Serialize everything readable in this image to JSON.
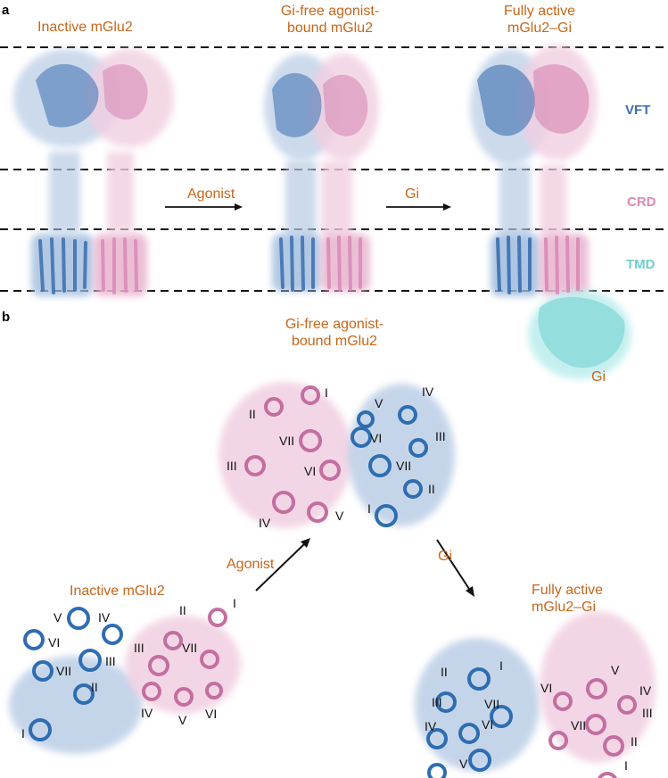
{
  "panel_a": {
    "letter": "a",
    "state_titles": {
      "inactive": "Inactive mGlu2",
      "gi_free_line1": "Gi-free agonist-",
      "gi_free_line2": "bound mGlu2",
      "active_line1": "Fully active",
      "active_line2": "mGlu2–Gi"
    },
    "arrow_labels": {
      "agonist": "Agonist",
      "gi": "Gi"
    },
    "domain_labels": {
      "vft": "VFT",
      "crd": "CRD",
      "tmd": "TMD",
      "gi": "Gi"
    },
    "colors": {
      "orange": "#c8661a",
      "blue": "#3a6fb0",
      "pink": "#d98ab6",
      "teal": "#6ccfcf"
    }
  },
  "panel_b": {
    "letter": "b",
    "state_titles": {
      "gi_free_line1": "Gi-free agonist-",
      "gi_free_line2": "bound mGlu2",
      "inactive": "Inactive mGlu2",
      "active_line1": "Fully active",
      "active_line2": "mGlu2–Gi"
    },
    "arrow_labels": {
      "agonist": "Agonist",
      "gi": "Gi"
    },
    "helix_labels": {
      "top": [
        "I",
        "II",
        "VII",
        "III",
        "VI",
        "IV",
        "V",
        "IV",
        "V",
        "VI",
        "III",
        "VII",
        "II",
        "I"
      ],
      "left": [
        "V",
        "IV",
        "VI",
        "III",
        "VII",
        "II",
        "I",
        "II",
        "I",
        "III",
        "VII",
        "IV",
        "V",
        "VI"
      ],
      "right": [
        "I",
        "II",
        "VII",
        "III",
        "VI",
        "IV",
        "V",
        "VI",
        "V",
        "IV",
        "III",
        "VII",
        "II",
        "I"
      ]
    }
  }
}
